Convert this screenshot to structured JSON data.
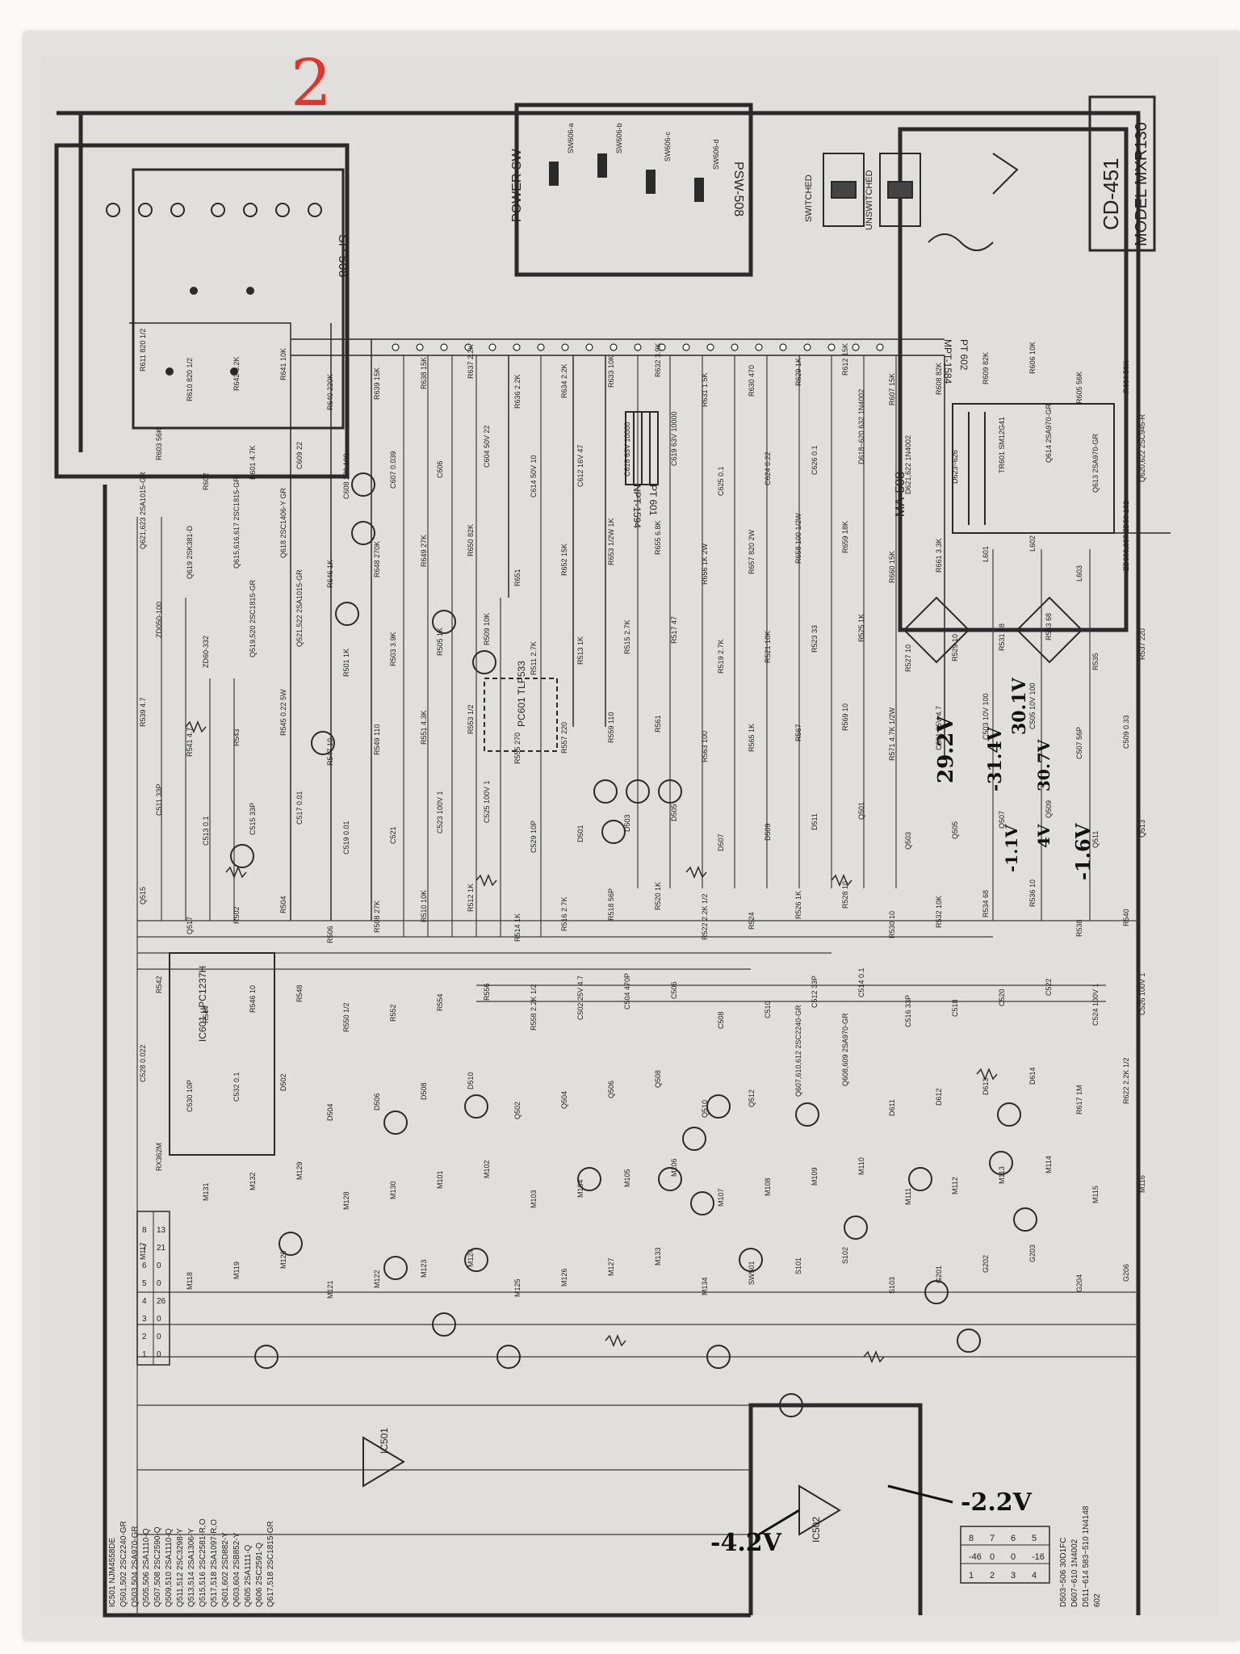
{
  "page_marker": "2",
  "titles": {
    "model": "CD-451",
    "model_sub": "MODEL MXR130"
  },
  "blocks": {
    "power_sw": "POWER SW",
    "psw": "PSW-508",
    "sp": "SP-508",
    "ma": "MA-508",
    "transformer": "NPT-1594",
    "pt": "PT 601",
    "mpt": "MPT-1584",
    "pt602": "PT 602"
  },
  "switches": [
    "SW606-a",
    "SW606-b",
    "SW606-c",
    "SW606-d"
  ],
  "outlets": {
    "switched": "SWITCHED",
    "unswitched": "UNSWITCHED"
  },
  "ic_labels": [
    "IC601 μPC1237H",
    "PC601 TLP533",
    "IC501",
    "IC502"
  ],
  "component_labels": [
    "R611 820 1/2",
    "R610 820 1/2",
    "R642 8.2K",
    "R641 10K",
    "R640 220K",
    "R639 15K",
    "R638 15K",
    "R637 2.2K",
    "R636 2.2K",
    "R634 2.2K",
    "R633 10K",
    "R632 3.9K",
    "R631 1.5K",
    "R630 470",
    "R629 1K",
    "R612 15K",
    "R607 15K",
    "R608 82K",
    "R609 82K",
    "R606 10K",
    "R605 56K",
    "R604 56K",
    "R603 56K",
    "R602",
    "R601 4.7K",
    "C609 22",
    "C608 220 100",
    "C607 0.039",
    "C606",
    "C604 50V 22",
    "C614 50V 10",
    "C612 16V 47",
    "C618 63V 10000",
    "C619 63V 10000",
    "C625 0.1",
    "C624 0.22",
    "C626 0.1",
    "D618~620 632 1N4002",
    "D621,622 1N4002",
    "D623~626",
    "TR601 SM12G41",
    "Q614 2SA970-GR",
    "Q613 2SA970-GR",
    "Q620,622 2SC945-R",
    "Q621,623 2SA1015-GR",
    "Q619 2SK381-D",
    "Q615,616,617 2SC1815-GR",
    "Q618 2SC1406-Y GR",
    "R646 1K",
    "R648 270K",
    "R649 27K",
    "R650 82K",
    "R651",
    "R652 15K",
    "R653 1/2W 1K",
    "R655 6.8K",
    "R656 1K 2W",
    "R657 820 2W",
    "R658 100 1/2W",
    "R659 18K",
    "R660 15K",
    "R661 3.3K",
    "L601",
    "L602",
    "L603",
    "ZD606,607 ZD50-162",
    "ZD050-100",
    "ZD60-332",
    "Q519,520 2SC1815-GR",
    "Q521,522 2SA1015-GR",
    "R501 1K",
    "R503 3.9K",
    "R505 1K",
    "R509 10K",
    "R511 2.7K",
    "R513 1K",
    "R515 2.7K",
    "R517 47",
    "R519 2.7K",
    "R521 10K",
    "R523 33",
    "R525 1K",
    "R527 10",
    "R529 10",
    "R531 68",
    "R533 68",
    "R535",
    "R537 220",
    "R539 4.7",
    "R541 4.7",
    "R543",
    "R545 0.22 5W",
    "R547 10",
    "R549 110",
    "R551 4.3K",
    "R553 1/2",
    "R555 270",
    "R557 220",
    "R559 110",
    "R561",
    "R563 100",
    "R565 1K",
    "R567",
    "R569 10",
    "R571 4.7K 1/2W",
    "C501 25V 4.7",
    "C503 10V 100",
    "C505 10V 100",
    "C507 56P",
    "C509 0.33",
    "C511 33P",
    "C513 0.1",
    "C515 33P",
    "C517 0.01",
    "C519 0.01",
    "C521",
    "C523 100V 1",
    "C525 100V 1",
    "C529 10P",
    "D501",
    "D503",
    "D505",
    "D507",
    "D509",
    "D511",
    "Q501",
    "Q503",
    "Q505",
    "Q507",
    "Q509",
    "Q511",
    "Q513",
    "Q515",
    "Q517",
    "R502",
    "R504",
    "R506",
    "R508 27K",
    "R510 10K",
    "R512 1K",
    "R514 1K",
    "R516 2.7K",
    "R518 56P",
    "R520 1K",
    "R522 2.2K 1/2",
    "R524",
    "R526 1K",
    "R528 10",
    "R530 10",
    "R532 10K",
    "R534 68",
    "R536 10",
    "R538",
    "R540",
    "R542",
    "R544",
    "R546 10",
    "R548",
    "R550 1/2",
    "R552",
    "R554",
    "R556",
    "R558 2.2K 1/2",
    "C502 25V 4.7",
    "C504 470P",
    "C506",
    "C508",
    "C510",
    "C512 33P",
    "C514 0.1",
    "C516 33P",
    "C518",
    "C520",
    "C522",
    "C524 100V 1",
    "C526 100V 1",
    "C528 0.022",
    "C530 10P",
    "C532 0.1",
    "D502",
    "D504",
    "D506",
    "D508",
    "D510",
    "Q502",
    "Q504",
    "Q506",
    "Q508",
    "Q510",
    "Q512",
    "Q607,610,612 2SC2240-GR",
    "Q608,609 2SA970-GR",
    "D611",
    "D612",
    "D613",
    "D614",
    "R617 1M",
    "R622 2.2K 1/2",
    "RX362M",
    "M131",
    "M132",
    "M129",
    "M128",
    "M130",
    "M101",
    "M102",
    "M103",
    "M104",
    "M105",
    "M106",
    "M107",
    "M108",
    "M109",
    "M110",
    "M111",
    "M112",
    "M113",
    "M114",
    "M115",
    "M116",
    "M117",
    "M118",
    "M119",
    "M120",
    "M121",
    "M122",
    "M123",
    "M124",
    "M125",
    "M126",
    "M127",
    "M133",
    "M134",
    "SW501",
    "S101",
    "S102",
    "S103",
    "G201",
    "G202",
    "G203",
    "G204",
    "G206"
  ],
  "part_table_left": [
    "IC501 NJM4558DE",
    "Q501,502 2SC2240-GR",
    "Q503,504 2SA970-GR",
    "Q505,506 2SA1110-Q",
    "Q507,508 2SC2590-Q",
    "Q509,510 2SA1110-Q",
    "Q511,512 2SC3298-Y",
    "Q513,514 2SA1306-Y",
    "Q515,516 2SC2581-R,O",
    "Q517,518 2SA1097-R,O",
    "Q601,602 2SD882-Y",
    "Q603,604 2SB852-Y",
    "Q605 2SA1111-Q",
    "Q606 2SC2591-Q",
    "Q617,518 2SC1815-GR"
  ],
  "part_table_right": [
    "D503~506 30D1FC",
    "D607~610 1N4002",
    "D511~614 583~510 1N4148",
    "602"
  ],
  "ic_table": {
    "header": [
      "1",
      "2",
      "3",
      "4",
      "5",
      "6",
      "7",
      "8"
    ],
    "row": [
      "0",
      "0",
      "0",
      "26",
      "0",
      "0",
      "21",
      "13"
    ]
  },
  "ic_table2": {
    "header": [
      "8",
      "7",
      "6",
      "5"
    ],
    "row": [
      "-46",
      "0",
      "0",
      "-16"
    ],
    "pins": [
      "1",
      "2",
      "3",
      "4"
    ]
  },
  "voltage_annotations": [
    "29.2V",
    "-31.4V",
    "30.1V",
    "-4.2V",
    "-2.2V",
    "-1.6V",
    "-1.1V",
    "4V",
    "30.7V"
  ],
  "colors": {
    "paper": "#ecebe8",
    "ink": "#2a2a2a",
    "red_marker": "#e2342b",
    "background": "#fbfaf8"
  }
}
